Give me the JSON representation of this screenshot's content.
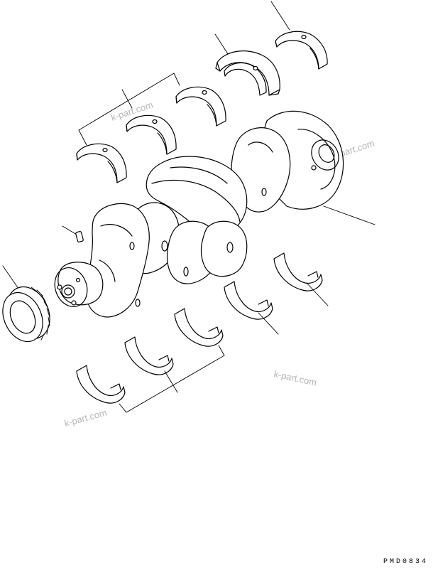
{
  "diagram": {
    "drawing_code": "PMD0834",
    "watermark_text": "k-part.com",
    "parts": [
      "upper-main-bearing-left",
      "upper-main-bearing-2",
      "upper-main-bearing-3",
      "upper-thrust-bearing",
      "upper-main-bearing-right",
      "crankshaft",
      "dowel-pin",
      "crankshaft-gear",
      "lower-main-bearing-1",
      "lower-main-bearing-2",
      "lower-main-bearing-3",
      "lower-main-bearing-4",
      "lower-main-bearing-5"
    ]
  }
}
